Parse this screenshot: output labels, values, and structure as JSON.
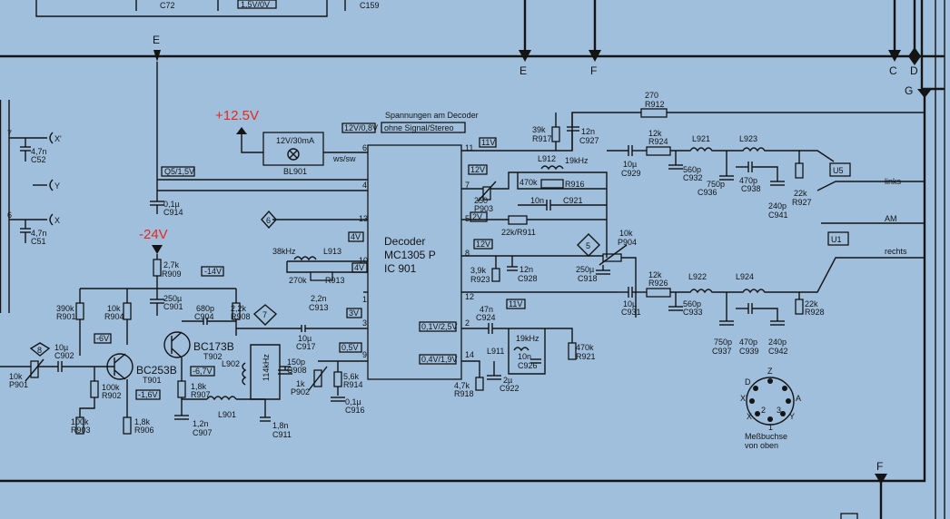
{
  "annotations": {
    "plus_12_5v": "+12.5V",
    "minus_24v": "-24V"
  },
  "decoder": {
    "header_line1": "Spannungen am Decoder",
    "header_line2": "ohne Signal/Stereo",
    "name": "Decoder",
    "chip": "MC1305 P",
    "ref": "IC 901"
  },
  "lamp": {
    "rating": "12V/30mA",
    "ref": "BL901",
    "sw_label": "ws/sw"
  },
  "bus_letters": {
    "e_top": "E",
    "e_bottom": "E",
    "f_top": "F",
    "c": "C",
    "d": "D",
    "g": "G",
    "f_bottom": "F"
  },
  "outputs": {
    "links": "links",
    "am": "AM",
    "rechts": "rechts",
    "u5": "U5",
    "u1": "U1"
  },
  "connector": {
    "caption1": "Meßbuchse",
    "caption2": "von oben",
    "pins": {
      "z": "Z",
      "d": "D",
      "x_prime": "X'",
      "a": "A",
      "x": "X",
      "y": "Y",
      "p1": "1",
      "p2": "2",
      "p3": "3"
    }
  },
  "top_fragments": {
    "c72": "C72",
    "v15": "1,5V/0V",
    "c159": "C159"
  },
  "left": {
    "xp": "X'",
    "y": "Y",
    "x": "X",
    "c52a": "4,7n",
    "c52b": "C52",
    "c51a": "4,7n",
    "c51b": "C51",
    "pin7": "7",
    "pin6": "6"
  },
  "voltages": {
    "v15": "Q5/1,5V",
    "v14": "-14V",
    "v6": "-6V",
    "v67": "-6,7V",
    "v16": "-1,6V",
    "v3": "3V",
    "v05": "0,5V",
    "v4a": "4V",
    "v4b": "4V",
    "v12_08": "12V/0,8V",
    "v11": "11V",
    "v12a": "12V",
    "v2": "2V",
    "v12b": "12V",
    "v11b": "11V",
    "v01_25": "0,1V/2,5V",
    "v04_19": "0,4V/1,9V"
  },
  "pins": {
    "p6": "6",
    "p4": "4",
    "p13": "13",
    "p10": "10",
    "p1": "1",
    "p3": "3",
    "p9": "9",
    "p11": "11",
    "p7": "7",
    "p5": "5",
    "p8": "8",
    "p12": "12",
    "p2": "2",
    "p14": "14"
  },
  "testpoints": {
    "t6": "6",
    "t7": "7",
    "t8": "8",
    "t5": "5"
  },
  "transistors": {
    "t902_type": "BC173B",
    "t902_ref": "T902",
    "t901_type": "BC253B",
    "t901_ref": "T901"
  },
  "parts": {
    "c914": [
      "0,1µ",
      "C914"
    ],
    "r909": [
      "2,7k",
      "R909"
    ],
    "r901": [
      "390k",
      "R901"
    ],
    "r904": [
      "10k",
      "R904"
    ],
    "c901": [
      "250µ",
      "C901"
    ],
    "c904": [
      "680p",
      "C904"
    ],
    "r908": [
      "2,2k",
      "R908"
    ],
    "c902": [
      "10µ",
      "C902"
    ],
    "p901": [
      "10k",
      "P901"
    ],
    "r902": [
      "100k",
      "R902"
    ],
    "r903": [
      "100k",
      "R903"
    ],
    "r906": [
      "1,8k",
      "R906"
    ],
    "r907": [
      "1,8k",
      "R907"
    ],
    "c907": [
      "1,2n",
      "C907"
    ],
    "l901": "L901",
    "l902": "L902",
    "khz114": "114kHz",
    "c908": [
      "150p",
      "C908"
    ],
    "c911": [
      "1,8n",
      "C911"
    ],
    "c917": [
      "10µ",
      "C917"
    ],
    "p902": [
      "1k",
      "P902"
    ],
    "r914": [
      "5,6k",
      "R914"
    ],
    "c916": [
      "0,1µ",
      "C916"
    ],
    "khz38": "38kHz",
    "l913": "L913",
    "r913b": [
      "270k",
      "R913"
    ],
    "c913": [
      "2,2n",
      "C913"
    ],
    "r917": [
      "39k",
      "R917"
    ],
    "c927": [
      "12n",
      "C927"
    ],
    "l912": "L912",
    "khz19a": "19kHz",
    "r916": [
      "470k",
      "R916"
    ],
    "c921": [
      "10n",
      "C921"
    ],
    "p903": [
      "250",
      "P903"
    ],
    "r911": "22k/R911",
    "p904": [
      "10k",
      "P904"
    ],
    "c918": [
      "250µ",
      "C918"
    ],
    "r923": [
      "3,9k",
      "R923"
    ],
    "c928": [
      "12n",
      "C928"
    ],
    "c924": [
      "47n",
      "C924"
    ],
    "l911": "L911",
    "khz19b": "19kHz",
    "c926": [
      "10n",
      "C926"
    ],
    "r921": [
      "470k",
      "R921"
    ],
    "r918": [
      "4,7k",
      "R918"
    ],
    "c922": [
      "2µ",
      "C922"
    ],
    "r912": [
      "270",
      "R912"
    ],
    "c929": [
      "10µ",
      "C929"
    ],
    "r924": [
      "12k",
      "R924"
    ],
    "l921": "L921",
    "l923": "L923",
    "c932": [
      "560p",
      "C932"
    ],
    "c936": [
      "750p",
      "C936"
    ],
    "c938": [
      "470p",
      "C938"
    ],
    "c941": [
      "240p",
      "C941"
    ],
    "r927": [
      "22k",
      "R927"
    ],
    "c931": [
      "10µ",
      "C931"
    ],
    "r926": [
      "12k",
      "R926"
    ],
    "l922": "L922",
    "l924": "L924",
    "c933": [
      "560p",
      "C933"
    ],
    "c937": [
      "750p",
      "C937"
    ],
    "c939": [
      "470p",
      "C939"
    ],
    "c942": [
      "240p",
      "C942"
    ],
    "r928": [
      "22k",
      "R928"
    ]
  }
}
